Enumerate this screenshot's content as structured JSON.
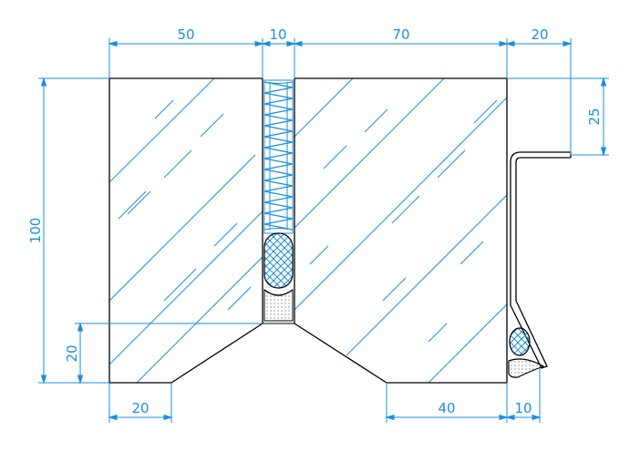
{
  "colors": {
    "outline": "#000000",
    "dimension": "#1a8fe0",
    "hatch": "#1a8fe0",
    "insulation": "#1a8fe0",
    "background": "#ffffff"
  },
  "dimensions": {
    "top_width_left": "50",
    "top_gap": "10",
    "top_width_right": "70",
    "top_flange": "20",
    "flange_height": "25",
    "total_height": "100",
    "bottom_height_left": "20",
    "bottom_left_width": "20",
    "bottom_right_width": "40",
    "bottom_flange_gap": "10"
  }
}
